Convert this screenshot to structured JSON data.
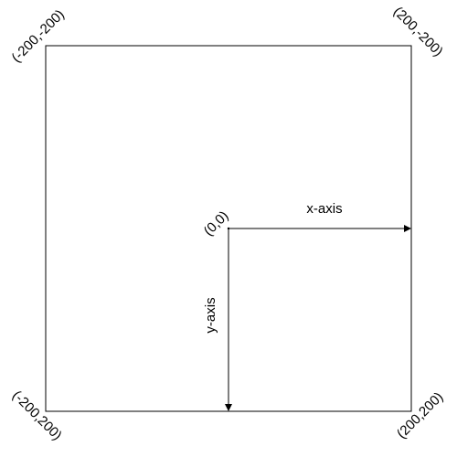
{
  "diagram": {
    "corners": {
      "top_left": "(-200,-200)",
      "top_right": "(200,-200)",
      "bottom_left": "(-200,200)",
      "bottom_right": "(200,200)"
    },
    "origin": "(0,0)",
    "x_axis_label": "x-axis",
    "y_axis_label": "y-axis"
  },
  "colors": {
    "stroke": "#000000",
    "background": "#ffffff"
  }
}
